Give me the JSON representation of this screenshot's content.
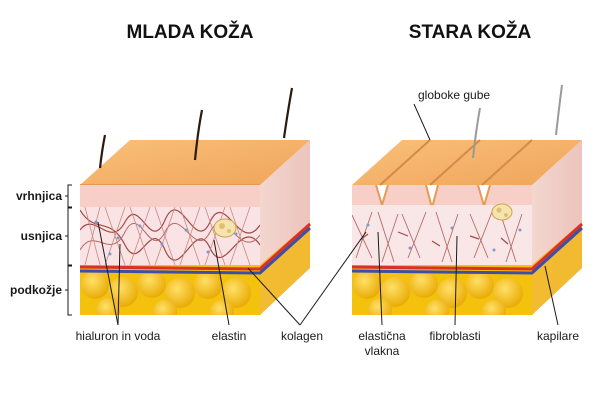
{
  "titles": {
    "young": "MLADA KOŽA",
    "old": "STARA KOŽA"
  },
  "layers": {
    "epidermis": "vrhnjica",
    "dermis": "usnjica",
    "hypodermis": "podkožje"
  },
  "labels": {
    "hyaluron": "hialuron in voda",
    "elastin": "elastin",
    "collagen": "kolagen",
    "elastic_1": "elastična",
    "elastic_2": "vlakna",
    "fibroblasts": "fibroblasti",
    "capillaries": "kapilare",
    "deep_wrinkles": "globoke gube"
  },
  "colors": {
    "surface": "#f6b56a",
    "surface_side": "#eaa25a",
    "epidermis": "#f8cfc6",
    "dermis": "#f9dfe2",
    "fat": "#f4c20d",
    "fat_dark": "#e0a400",
    "artery": "#d9302a",
    "vein": "#3b4fa8",
    "fiber": "#a04a48"
  }
}
